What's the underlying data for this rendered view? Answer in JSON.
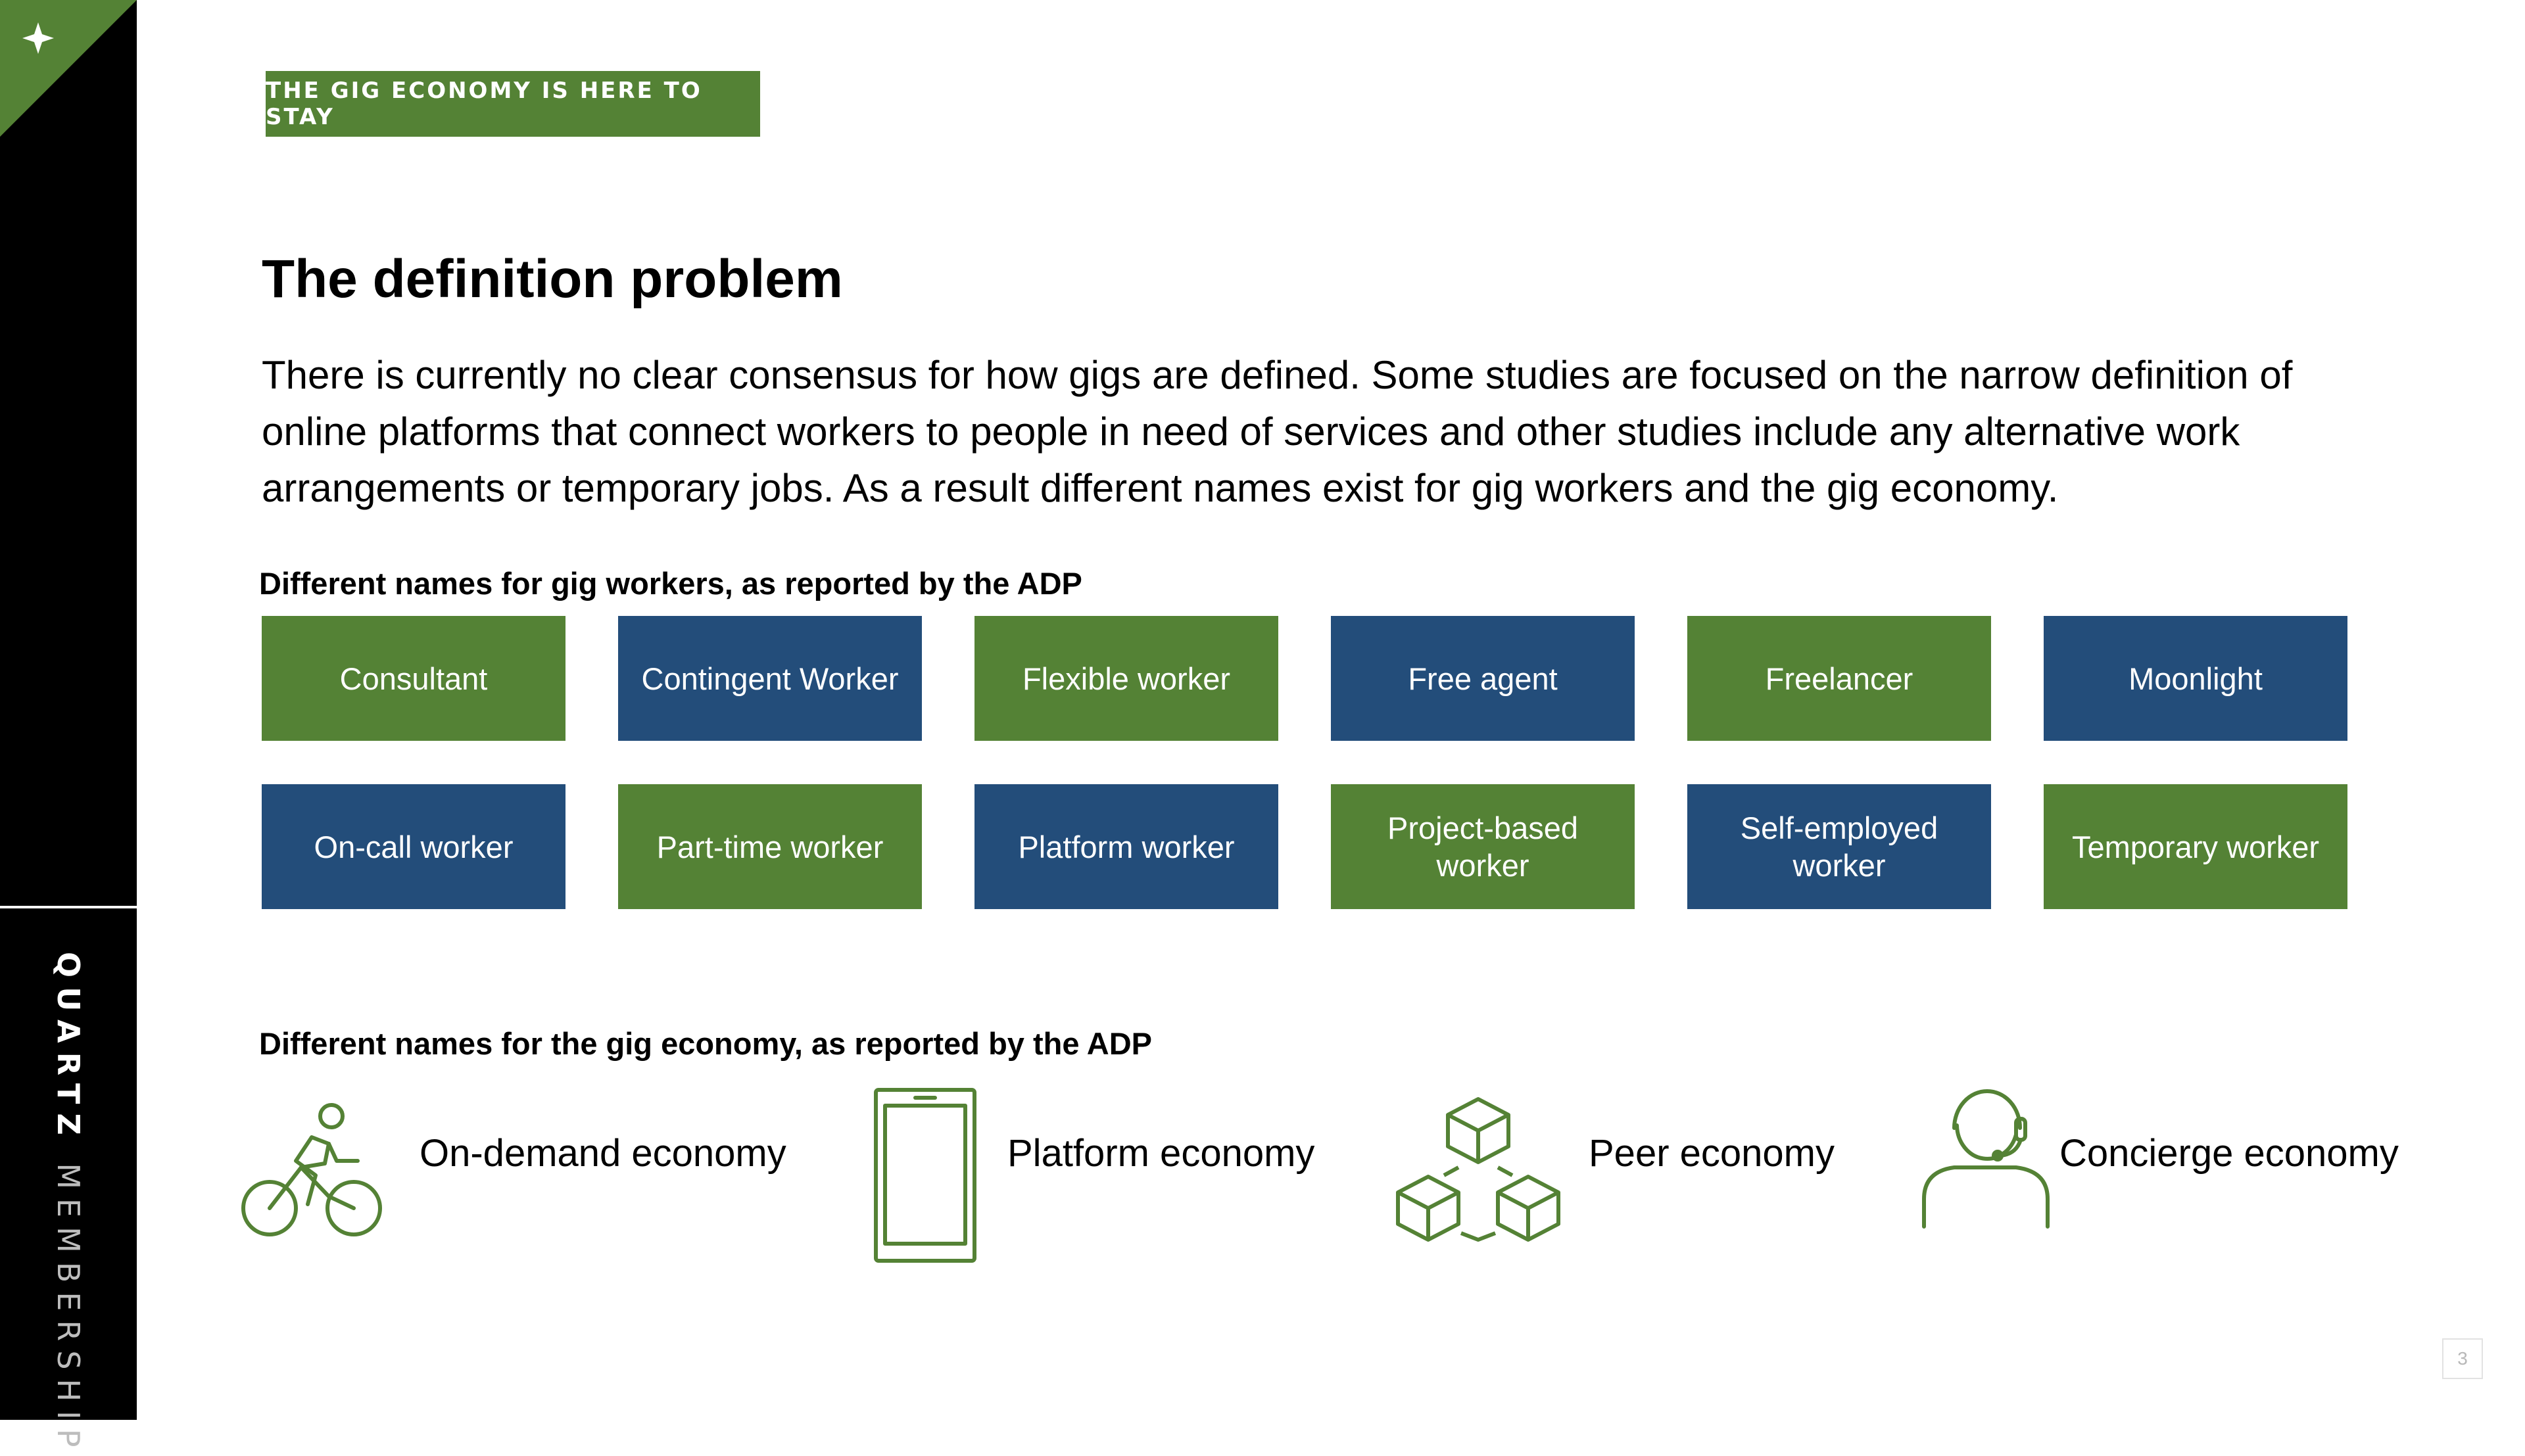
{
  "sidebar": {
    "brand_bold": "QUARTZ",
    "brand_light": "MEMBERSHIP"
  },
  "header": {
    "tag": "THE GIG ECONOMY IS HERE TO STAY",
    "title": "The definition problem",
    "body": "There is currently no clear consensus for how gigs are defined. Some studies are focused on the narrow definition of online platforms that connect workers to people in need of services and other studies include any alternative work arrangements or temporary jobs. As a result different names exist for gig workers and the gig economy."
  },
  "workers": {
    "heading": "Different names for gig workers, as reported by the ADP",
    "items": [
      {
        "label": "Consultant",
        "color": "#548235"
      },
      {
        "label": "Contingent Worker",
        "color": "#234D7A"
      },
      {
        "label": "Flexible worker",
        "color": "#548235"
      },
      {
        "label": "Free agent",
        "color": "#234D7A"
      },
      {
        "label": "Freelancer",
        "color": "#548235"
      },
      {
        "label": "Moonlight",
        "color": "#234D7A"
      },
      {
        "label": "On-call worker",
        "color": "#234D7A"
      },
      {
        "label": "Part-time worker",
        "color": "#548235"
      },
      {
        "label": "Platform worker",
        "color": "#234D7A"
      },
      {
        "label": "Project-based worker",
        "color": "#548235"
      },
      {
        "label": "Self-employed worker",
        "color": "#234D7A"
      },
      {
        "label": "Temporary worker",
        "color": "#548235"
      }
    ]
  },
  "economy": {
    "heading": "Different names for the gig economy, as reported by the ADP",
    "items": [
      {
        "label": "On-demand economy",
        "icon": "cyclist-icon"
      },
      {
        "label": "Platform economy",
        "icon": "smartphone-icon"
      },
      {
        "label": "Peer economy",
        "icon": "cubes-icon"
      },
      {
        "label": "Concierge economy",
        "icon": "headset-person-icon"
      }
    ]
  },
  "footer": {
    "page_number": "3"
  },
  "colors": {
    "accent_green": "#548235",
    "accent_blue": "#234D7A",
    "sidebar": "#000000"
  }
}
